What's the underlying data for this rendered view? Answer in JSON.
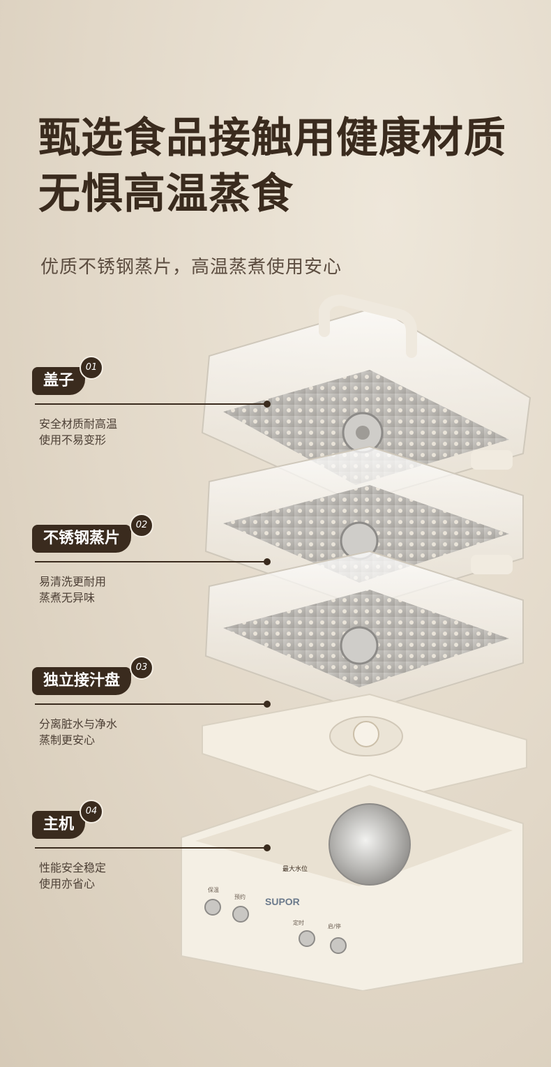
{
  "headline": {
    "line1": "甄选食品接触用健康材质",
    "line2": "无惧高温蒸食"
  },
  "subtitle": "优质不锈钢蒸片，高温蒸煮使用安心",
  "features": [
    {
      "num": "01",
      "title": "盖子",
      "desc1": "安全材质耐高温",
      "desc2": "使用不易变形"
    },
    {
      "num": "02",
      "title": "不锈钢蒸片",
      "desc1": "易清洗更耐用",
      "desc2": "蒸煮无异味"
    },
    {
      "num": "03",
      "title": "独立接汁盘",
      "desc1": "分离脏水与净水",
      "desc2": "蒸制更安心"
    },
    {
      "num": "04",
      "title": "主机",
      "desc1": "性能安全稳定",
      "desc2": "使用亦省心"
    }
  ],
  "product": {
    "brand": "SUPOR",
    "max_water_label": "最大水位",
    "knob_labels": [
      "保温",
      "预约",
      "定时",
      "启/停"
    ]
  },
  "colors": {
    "accent": "#3a2b1e",
    "background": "#e2d8c8",
    "body": "#f4efe4"
  }
}
